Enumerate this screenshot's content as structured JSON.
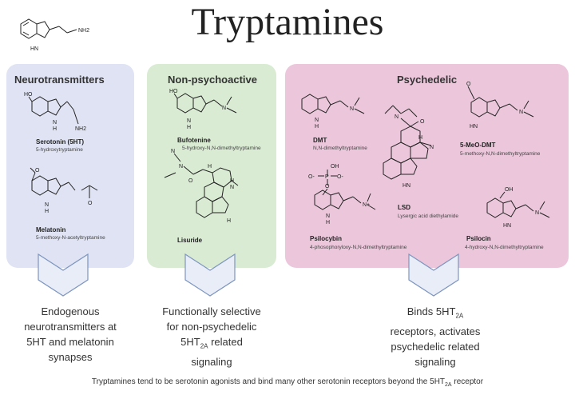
{
  "title": "Tryptamines",
  "header_molecule": {
    "label_nh": "HN",
    "label_nh2": "NH2"
  },
  "panels": {
    "neuro": {
      "title": "Neurotransmitters",
      "compounds": [
        {
          "name": "Serotonin (5HT)",
          "desc": "5-hydroxytryptamine",
          "atoms": [
            "HO",
            "N",
            "H",
            "NH2"
          ]
        },
        {
          "name": "Melatonin",
          "desc": "5-methoxy-N-acetyltryptamine",
          "atoms": [
            "O",
            "N",
            "H",
            "O"
          ]
        }
      ]
    },
    "nonpsy": {
      "title": "Non-psychoactive",
      "compounds": [
        {
          "name": "Bufotenine",
          "desc": "5-hydroxy-N,N-dimethyltryptamine",
          "atoms": [
            "HO",
            "N",
            "H",
            "N"
          ]
        },
        {
          "name": "Lisuride",
          "desc": "",
          "atoms": [
            "N",
            "N",
            "O",
            "H",
            "N",
            "H",
            "H"
          ]
        }
      ]
    },
    "psy": {
      "title": "Psychedelic",
      "compounds": [
        {
          "name": "DMT",
          "desc": "N,N-dimethyltryptamine",
          "atoms": [
            "N",
            "H",
            "N"
          ]
        },
        {
          "name": "LSD",
          "desc": "Lysergic acid diethylamide",
          "atoms": [
            "N",
            "O",
            "N",
            "H",
            "HN"
          ]
        },
        {
          "name": "5-MeO-DMT",
          "desc": "5-methoxy-N,N-dimethyltryptamine",
          "atoms": [
            "O",
            "HN",
            "N"
          ]
        },
        {
          "name": "Psilocybin",
          "desc": "4-phosophoryloxy-N,N-dimethyltryptamine",
          "atoms": [
            "OH",
            "O-",
            "P",
            "O-",
            "O",
            "N",
            "H",
            "N+"
          ]
        },
        {
          "name": "Psilocin",
          "desc": "4-hydroxy-N,N-dimethyltryptamine",
          "atoms": [
            "OH",
            "HN",
            "N"
          ]
        }
      ]
    }
  },
  "notes": {
    "neuro": [
      "Endogenous",
      "neurotransmitters at",
      "5HT and melatonin",
      "synapses"
    ],
    "nonpsy": {
      "l1": "Functionally selective",
      "l2": "for non-psychedelic",
      "l3_pre": "5HT",
      "l3_sub": "2A",
      "l3_post": " related",
      "l4": "signaling"
    },
    "psy": {
      "l1_pre": "Binds 5HT",
      "l1_sub": "2A",
      "l2": "receptors, activates",
      "l3": "psychedelic related",
      "l4": "signaling"
    }
  },
  "footer": {
    "pre": "Tryptamines tend to be serotonin agonists and bind many other serotonin receptors beyond the 5HT",
    "sub": "2A",
    "post": " receptor"
  },
  "colors": {
    "neuro_panel": "#dfe3f3",
    "nonpsy_panel": "#d9ebd3",
    "psy_panel": "#ecc7dc",
    "arrow_fill": "#e8edf8",
    "arrow_stroke": "#7d95bf"
  }
}
